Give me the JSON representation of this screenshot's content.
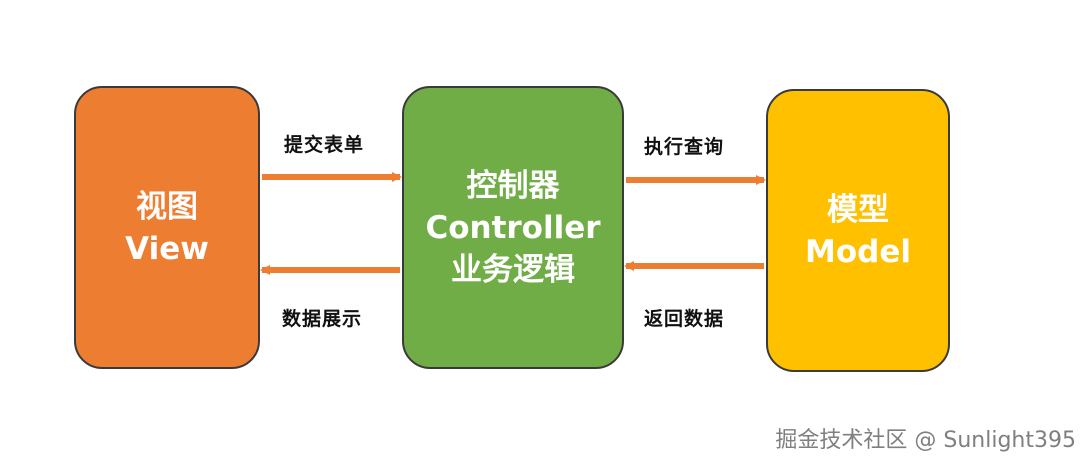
{
  "diagram": {
    "view": {
      "line1": "视图",
      "line2": "View",
      "fill": "#ed7d31"
    },
    "controller": {
      "line1": "控制器",
      "line2": "Controller",
      "line3": "业务逻辑",
      "fill": "#70ad47"
    },
    "model": {
      "line1": "模型",
      "line2": "Model",
      "fill": "#ffc000"
    },
    "edges": {
      "submit_form": "提交表单",
      "display_data": "数据展示",
      "execute_query": "执行查询",
      "return_data": "返回数据"
    },
    "arrow_color": "#ed7d31"
  },
  "watermark": "掘金技术社区 @ Sunlight395"
}
